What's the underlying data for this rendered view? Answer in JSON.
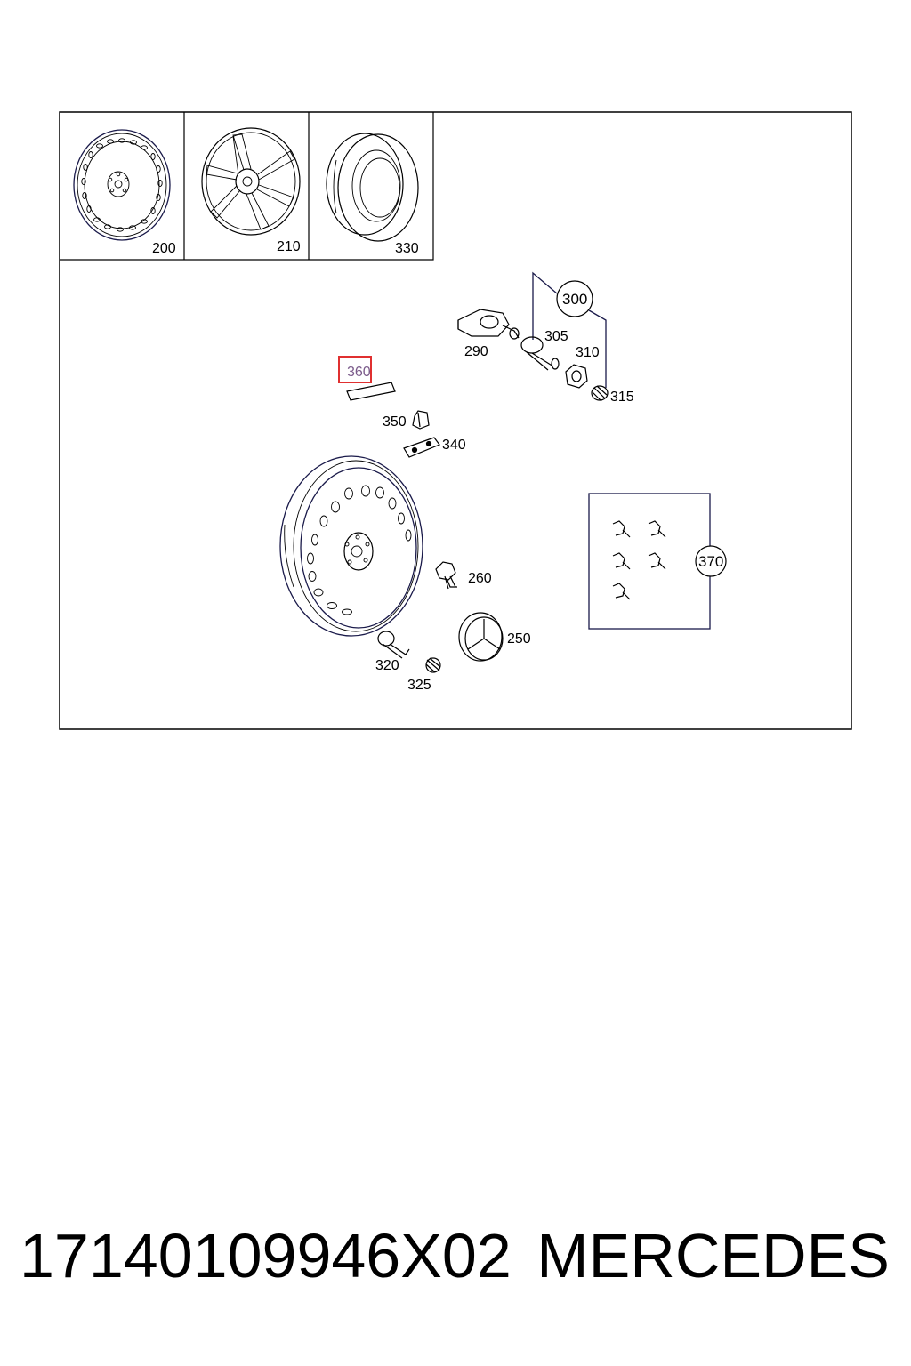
{
  "diagram": {
    "labels": {
      "p200": "200",
      "p210": "210",
      "p330": "330",
      "p300": "300",
      "p290": "290",
      "p305": "305",
      "p310": "310",
      "p315": "315",
      "p360": "360",
      "p350": "350",
      "p340": "340",
      "p260": "260",
      "p250": "250",
      "p320": "320",
      "p325": "325",
      "p370": "370"
    },
    "highlighted_part": "360",
    "highlight_color": "#e03030",
    "line_color": "#1a1a4a"
  },
  "caption": {
    "part_number": "17140109946X02",
    "make": "MERCEDES"
  }
}
